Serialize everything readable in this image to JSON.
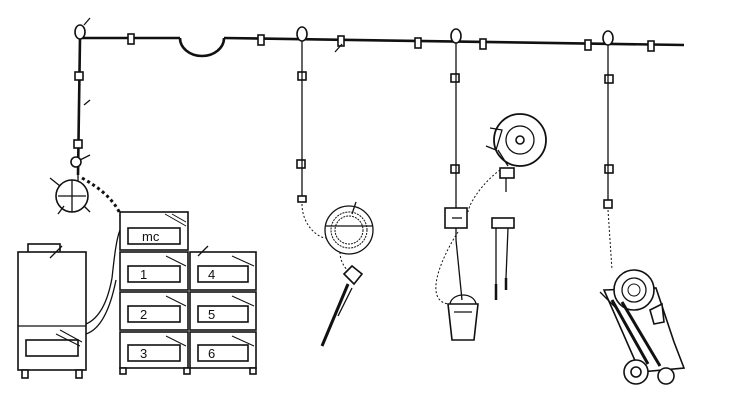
{
  "unit_labels": {
    "control": "mc",
    "u1": "1",
    "u2": "2",
    "u3": "3",
    "u4": "4",
    "u5": "5",
    "u6": "6"
  },
  "colors": {
    "line": "#111111",
    "background": "#ffffff"
  }
}
